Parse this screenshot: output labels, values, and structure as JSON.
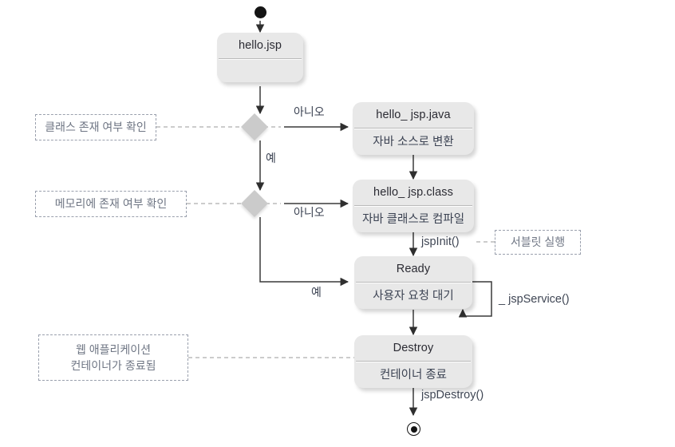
{
  "diagram": {
    "title": "JSP lifecycle activity diagram",
    "colors": {
      "box_fill": "#e8e8e8",
      "diamond_fill": "#cbcbcb",
      "edge_stroke": "#3a3a3a",
      "note_stroke": "#9aa0ad",
      "note_text": "#6f7684",
      "title_text": "#2b2b33",
      "body_text": "#3c4353"
    },
    "nodes": {
      "start": {
        "name": "initial-node"
      },
      "hello_jsp": {
        "title": "hello.jsp",
        "body": ""
      },
      "decision_class": {
        "label": ""
      },
      "decision_memory": {
        "label": ""
      },
      "jsp_java": {
        "title": "hello_ jsp.java",
        "body": "자바 소스로 변환"
      },
      "jsp_class": {
        "title": "hello_ jsp.class",
        "body": "자바 클래스로 컴파일"
      },
      "ready": {
        "title": "Ready",
        "body": "사용자 요청 대기"
      },
      "destroy": {
        "title": "Destroy",
        "body": "컨테이너 종료"
      },
      "end": {
        "name": "final-node"
      }
    },
    "notes": [
      {
        "id": "note-class-check",
        "text": "클래스 존재 여부 확인"
      },
      {
        "id": "note-memory-check",
        "text": "메모리에 존재 여부 확인"
      },
      {
        "id": "note-servlet-run",
        "text": "서블릿 실행"
      },
      {
        "id": "note-container-shutdown",
        "text": "웹 애플리케이션\n컨테이너가 종료됨"
      }
    ],
    "edge_labels": {
      "class_no": "아니오",
      "class_yes": "예",
      "memory_no": "아니오",
      "memory_yes": "예",
      "jsp_init": "jspInit()",
      "jsp_service": "_ jspService()",
      "jsp_destroy": "jspDestroy()"
    }
  }
}
